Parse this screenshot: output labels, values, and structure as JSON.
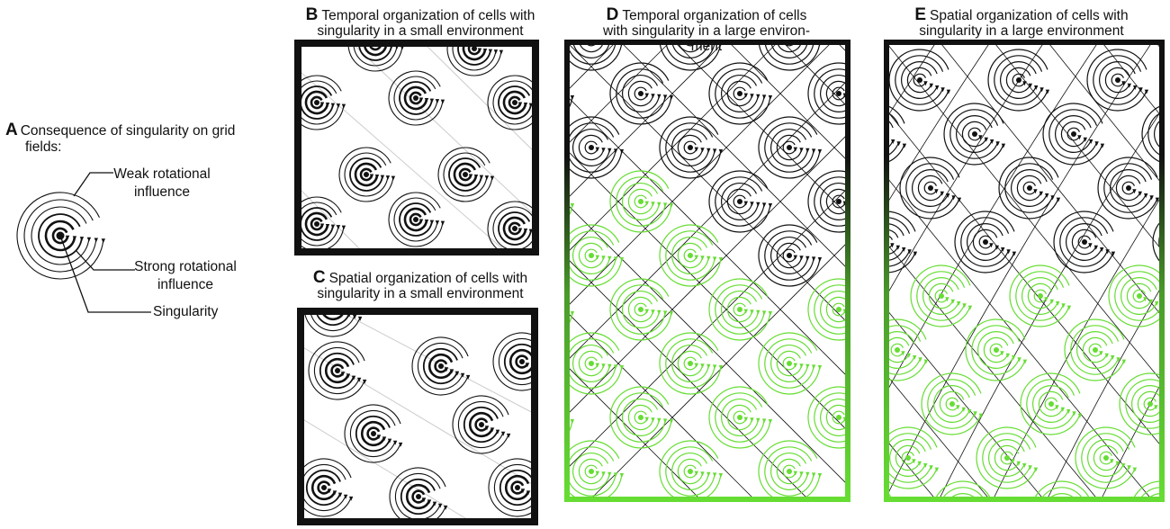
{
  "panels": {
    "a": {
      "letter": "A",
      "title_lines": [
        "Consequence of singularity on grid",
        "fields:"
      ],
      "labels": {
        "weak": [
          "Weak rotational",
          "influence"
        ],
        "strong": [
          "Strong rotational",
          "influence"
        ],
        "singularity": "Singularity"
      }
    },
    "b": {
      "letter": "B",
      "title_lines": [
        "Temporal organization of cells with",
        "singularity in a small environment"
      ]
    },
    "c": {
      "letter": "C",
      "title_lines": [
        "Spatial organization of cells with",
        "singularity in a small environment"
      ]
    },
    "d": {
      "letter": "D",
      "title_lines": [
        "Temporal organization of cells",
        "with singularity in a large environ-",
        "ment"
      ]
    },
    "e": {
      "letter": "E",
      "title_lines": [
        "Spatial organization of cells with",
        "singularity in a  large environment"
      ]
    }
  },
  "colors": {
    "black": "#111111",
    "green": "#66dd33",
    "grid_light": "#cccccc"
  },
  "icons": {
    "field": "spiral-grid-field-icon",
    "singularity": "singularity-dot-icon"
  }
}
